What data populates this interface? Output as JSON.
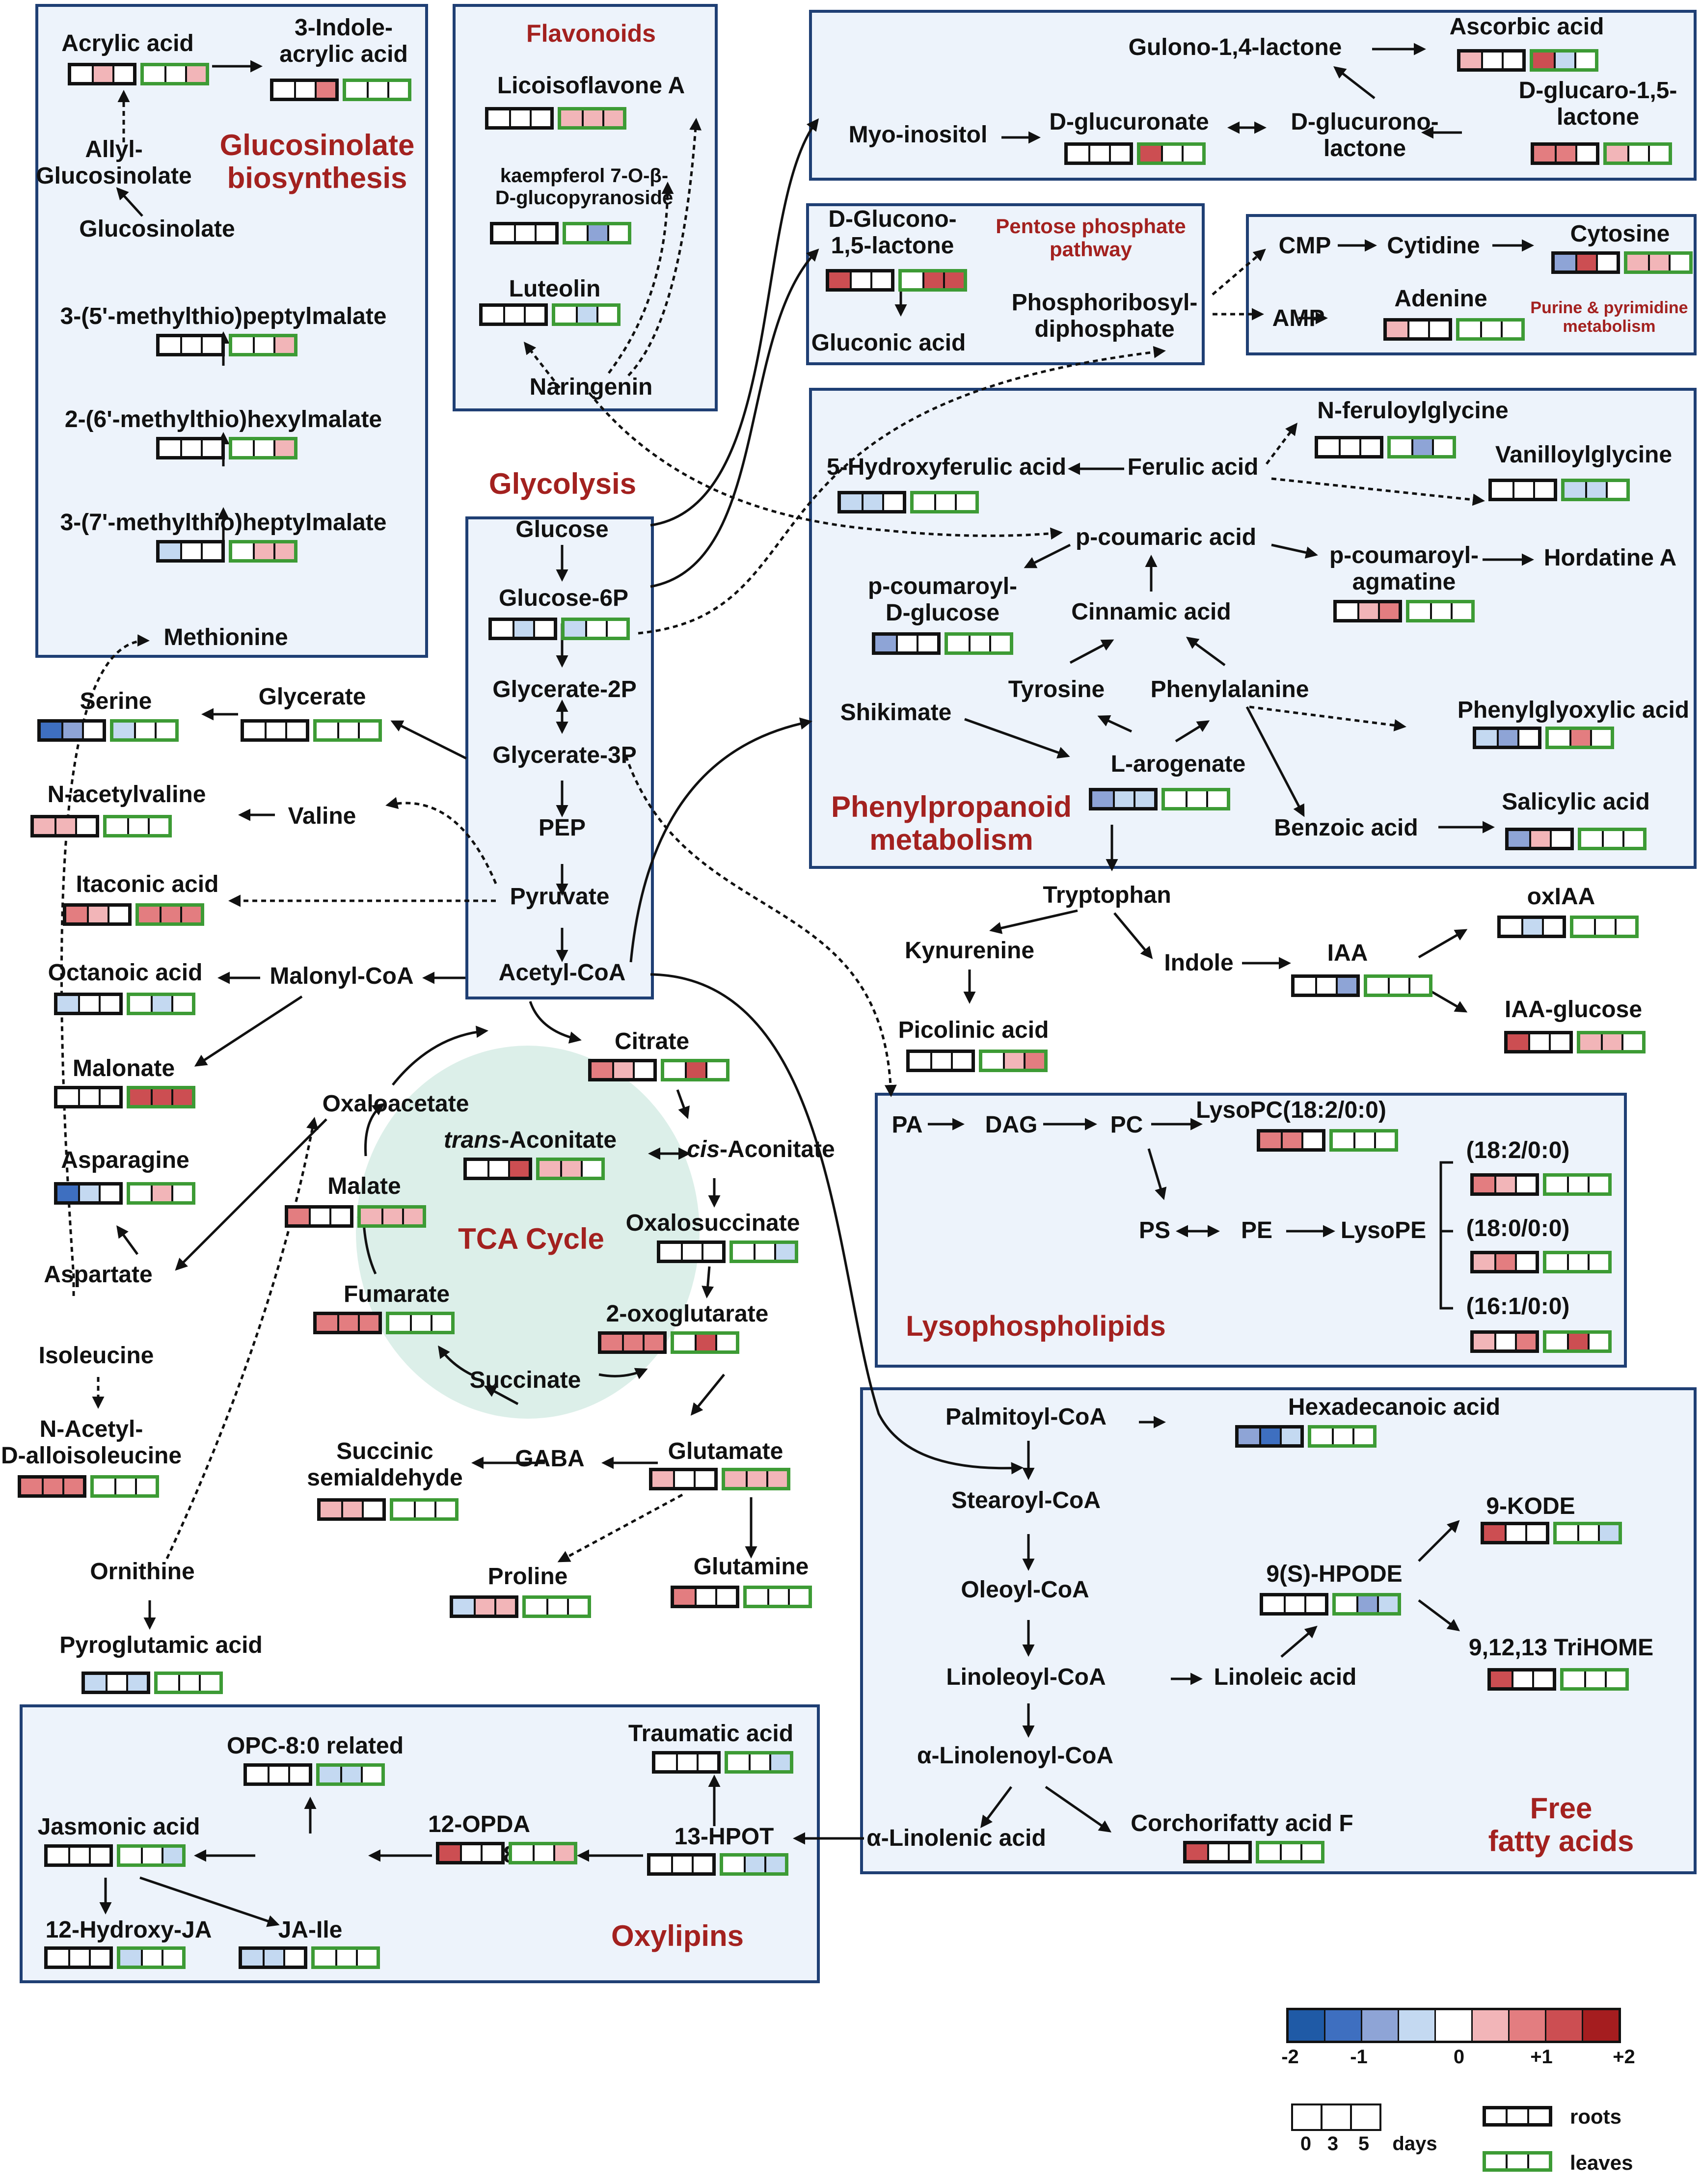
{
  "titles": {
    "glucosinolate": "Glucosinolate\nbiosynthesis",
    "flavonoids": "Flavonoids",
    "glycolysis": "Glycolysis",
    "pentose": "Pentose phosphate\npathway",
    "purine": "Purine & pyrimidine\nmetabolism",
    "phenylpropanoid": "Phenylpropanoid\nmetabolism",
    "tca": "TCA Cycle",
    "lysophospholipids": "Lysophospholipids",
    "fatty": "Free\nfatty acids",
    "oxylipins": "Oxylipins"
  },
  "labels": {
    "acrylic": "Acrylic acid",
    "indoleacrylic": "3-Indole-\nacrylic acid",
    "allyl": "Allyl-\nGlucosinolate",
    "glucosinolate": "Glucosinolate",
    "peptylmalate": "3-(5'-methylthio)peptylmalate",
    "hexylmalate": "2-(6'-methylthio)hexylmalate",
    "heptylmalate": "3-(7'-methylthio)heptylmalate",
    "methionine": "Methionine",
    "licoisoflavone": "Licoisoflavone A",
    "kaempferol": "kaempferol 7-O-β-\nD-glucopyranoside",
    "luteolin": "Luteolin",
    "naringenin": "Naringenin",
    "gulono": "Gulono-1,4-lactone",
    "ascorbic": "Ascorbic acid",
    "glucaro": "D-glucaro-1,5-\nlactone",
    "myoinositol": "Myo-inositol",
    "glucuronate": "D-glucuronate",
    "glucuronolactone": "D-glucurono-\nlactone",
    "gluconolactone": "D-Glucono-\n1,5-lactone",
    "gluconic": "Gluconic acid",
    "prpp": "Phosphoribosyl-\ndiphosphate",
    "cmp": "CMP",
    "cytidine": "Cytidine",
    "cytosine": "Cytosine",
    "amp": "AMP",
    "adenine": "Adenine",
    "glucose": "Glucose",
    "glucose6p": "Glucose-6P",
    "glycerate2p": "Glycerate-2P",
    "glycerate3p": "Glycerate-3P",
    "pep": "PEP",
    "pyruvate": "Pyruvate",
    "acetylcoa": "Acetyl-CoA",
    "serine": "Serine",
    "glycerate": "Glycerate",
    "nacetylvaline": "N-acetylvaline",
    "valine": "Valine",
    "itaconic": "Itaconic acid",
    "octanoic": "Octanoic acid",
    "malonylcoa": "Malonyl-CoA",
    "malonate": "Malonate",
    "oxaloacetate": "Oxaloacetate",
    "asparagine": "Asparagine",
    "aspartate": "Aspartate",
    "isoleucine": "Isoleucine",
    "nacetylallo": "N-Acetyl-\nD-alloisoleucine",
    "ornithine": "Ornithine",
    "pyroglutamic": "Pyroglutamic acid",
    "citrate": "Citrate",
    "transaconitate": "trans-Aconitate",
    "cisaconitate": "cis-Aconitate",
    "malate": "Malate",
    "oxalosuccinate": "Oxalosuccinate",
    "fumarate": "Fumarate",
    "oxoglutarate": "2-oxoglutarate",
    "succinate": "Succinate",
    "succsemi": "Succinic\nsemialdehyde",
    "gaba": "GABA",
    "glutamate": "Glutamate",
    "proline": "Proline",
    "glutamine": "Glutamine",
    "nferuloylglycine": "N-feruloylglycine",
    "hydroxyferulic": "5-Hydroxyferulic acid",
    "ferulic": "Ferulic acid",
    "vanilloylglycine": "Vanilloylglycine",
    "pcoumaric": "p-coumaric acid",
    "pcoumaroylglucose": "p-coumaroyl-\nD-glucose",
    "pcoumaroylagmatine": "p-coumaroyl-\nagmatine",
    "hordatine": "Hordatine A",
    "cinnamic": "Cinnamic acid",
    "tyrosine": "Tyrosine",
    "phenylalanine": "Phenylalanine",
    "shikimate": "Shikimate",
    "larogenate": "L-arogenate",
    "phenylglyoxylic": "Phenylglyoxylic acid",
    "benzoic": "Benzoic acid",
    "salicylic": "Salicylic acid",
    "tryptophan": "Tryptophan",
    "kynurenine": "Kynurenine",
    "picolinic": "Picolinic acid",
    "indole": "Indole",
    "iaa": "IAA",
    "oxiaa": "oxIAA",
    "iaaglucose": "IAA-glucose",
    "pa": "PA",
    "dag": "DAG",
    "pc": "PC",
    "lysopc": "LysoPC(18:2/0:0)",
    "ps": "PS",
    "pe": "PE",
    "lysope": "LysoPE",
    "lpe182": "(18:2/0:0)",
    "lpe180": "(18:0/0:0)",
    "lpe161": "(16:1/0:0)",
    "palmitoylcoa": "Palmitoyl-CoA",
    "hexadecanoic": "Hexadecanoic acid",
    "stearoylcoa": "Stearoyl-CoA",
    "oleoylcoa": "Oleoyl-CoA",
    "linoleoylcoa": "Linoleoyl-CoA",
    "linoleic": "Linoleic acid",
    "hpode": "9(S)-HPODE",
    "kode": "9-KODE",
    "trihome": "9,12,13 TriHOME",
    "alinolenoylcoa": "α-Linolenoyl-CoA",
    "alinolenic": "α-Linolenic acid",
    "corchorifatty": "Corchorifatty acid F",
    "opc80related": "OPC-8:0 related",
    "traumatic": "Traumatic acid",
    "jasmonic": "Jasmonic acid",
    "opc80": "OPC-8:0",
    "opda": "12-OPDA",
    "hpot": "13-HPOT",
    "hydroxyja": "12-Hydroxy-JA",
    "jaile": "JA-Ile"
  },
  "legend": {
    "scale_colors": [
      "#1f5aa6",
      "#3e6fc0",
      "#8ea4d6",
      "#c4d9f1",
      "#ffffff",
      "#f2b5b8",
      "#e37d80",
      "#cc4e52",
      "#a51d1f"
    ],
    "tick_labels": [
      "-2",
      "-1",
      "0",
      "+1",
      "+2"
    ],
    "days_ticks": [
      "0",
      "3",
      "5"
    ],
    "days_label": "days",
    "roots_label": "roots",
    "leaves_label": "leaves",
    "roots_color": "#111111",
    "leaves_color": "#3d9b35"
  },
  "heatmaps": {
    "acrylic": [
      [
        0,
        1,
        0
      ],
      [
        0,
        0,
        1
      ]
    ],
    "indoleacrylic": [
      [
        0,
        0,
        2
      ],
      [
        0,
        0,
        0
      ]
    ],
    "peptylmalate": [
      [
        0,
        0,
        0
      ],
      [
        0,
        0,
        1
      ]
    ],
    "hexylmalate": [
      [
        0,
        0,
        0
      ],
      [
        0,
        0,
        1
      ]
    ],
    "heptylmalate": [
      [
        -1,
        0,
        0
      ],
      [
        0,
        1,
        1
      ]
    ],
    "licoisoflavone": [
      [
        0,
        0,
        0
      ],
      [
        1,
        1,
        1
      ]
    ],
    "kaempferol": [
      [
        0,
        0,
        0
      ],
      [
        0,
        -2,
        0
      ]
    ],
    "luteolin": [
      [
        0,
        0,
        0
      ],
      [
        0,
        -1,
        0
      ]
    ],
    "ascorbic": [
      [
        1,
        0,
        0
      ],
      [
        3,
        -1,
        0
      ]
    ],
    "glucuronate": [
      [
        0,
        0,
        0
      ],
      [
        3,
        0,
        0
      ]
    ],
    "glucaro": [
      [
        2,
        2,
        0
      ],
      [
        1,
        0,
        0
      ]
    ],
    "gluconolactone": [
      [
        3,
        0,
        0
      ],
      [
        0,
        3,
        3
      ]
    ],
    "cytosine": [
      [
        -2,
        3,
        0
      ],
      [
        1,
        1,
        0
      ]
    ],
    "adenine": [
      [
        1,
        0,
        0
      ],
      [
        0,
        0,
        0
      ]
    ],
    "glucose6p": [
      [
        0,
        -1,
        0
      ],
      [
        -1,
        0,
        0
      ]
    ],
    "serine": [
      [
        -3,
        -2,
        0
      ],
      [
        -1,
        0,
        0
      ]
    ],
    "glycerate": [
      [
        0,
        0,
        0
      ],
      [
        0,
        0,
        0
      ]
    ],
    "nacetylvaline": [
      [
        1,
        1,
        0
      ],
      [
        0,
        0,
        0
      ]
    ],
    "itaconic": [
      [
        2,
        1,
        0
      ],
      [
        2,
        2,
        2
      ]
    ],
    "octanoic": [
      [
        -1,
        0,
        0
      ],
      [
        0,
        -1,
        0
      ]
    ],
    "malonate": [
      [
        0,
        0,
        0
      ],
      [
        3,
        3,
        3
      ]
    ],
    "asparagine": [
      [
        -3,
        -1,
        0
      ],
      [
        0,
        1,
        0
      ]
    ],
    "nacetylallo": [
      [
        2,
        2,
        2
      ],
      [
        0,
        0,
        0
      ]
    ],
    "pyroglutamic": [
      [
        -1,
        0,
        -1
      ],
      [
        0,
        0,
        0
      ]
    ],
    "citrate": [
      [
        2,
        1,
        0
      ],
      [
        0,
        3,
        0
      ]
    ],
    "transaconitate": [
      [
        0,
        0,
        3
      ],
      [
        1,
        1,
        0
      ]
    ],
    "malate": [
      [
        2,
        0,
        0
      ],
      [
        1,
        1,
        1
      ]
    ],
    "oxalosuccinate": [
      [
        0,
        0,
        0
      ],
      [
        0,
        0,
        -1
      ]
    ],
    "fumarate": [
      [
        2,
        2,
        2
      ],
      [
        0,
        0,
        0
      ]
    ],
    "oxoglutarate": [
      [
        2,
        2,
        2
      ],
      [
        0,
        3,
        0
      ]
    ],
    "succsemi": [
      [
        1,
        1,
        0
      ],
      [
        0,
        0,
        0
      ]
    ],
    "glutamate": [
      [
        1,
        0,
        0
      ],
      [
        1,
        1,
        1
      ]
    ],
    "proline": [
      [
        -1,
        1,
        1
      ],
      [
        0,
        0,
        0
      ]
    ],
    "glutamine": [
      [
        2,
        0,
        0
      ],
      [
        0,
        0,
        0
      ]
    ],
    "nferuloylglycine": [
      [
        0,
        0,
        0
      ],
      [
        0,
        -2,
        0
      ]
    ],
    "hydroxyferulic": [
      [
        -1,
        -1,
        0
      ],
      [
        0,
        0,
        0
      ]
    ],
    "vanilloylglycine": [
      [
        0,
        0,
        0
      ],
      [
        -1,
        -1,
        0
      ]
    ],
    "pcoumaroylglucose": [
      [
        -2,
        0,
        0
      ],
      [
        0,
        0,
        0
      ]
    ],
    "pcoumaroylagmatine": [
      [
        0,
        1,
        2
      ],
      [
        0,
        0,
        0
      ]
    ],
    "larogenate": [
      [
        -2,
        -1,
        -1
      ],
      [
        0,
        0,
        0
      ]
    ],
    "phenylglyoxylic": [
      [
        -1,
        -2,
        0
      ],
      [
        0,
        2,
        0
      ]
    ],
    "salicylic": [
      [
        -2,
        1,
        0
      ],
      [
        0,
        0,
        0
      ]
    ],
    "picolinic": [
      [
        0,
        0,
        0
      ],
      [
        0,
        1,
        2
      ]
    ],
    "oxiaa": [
      [
        0,
        -1,
        0
      ],
      [
        0,
        0,
        0
      ]
    ],
    "iaa": [
      [
        0,
        0,
        -2
      ],
      [
        0,
        0,
        0
      ]
    ],
    "iaaglucose": [
      [
        3,
        0,
        0
      ],
      [
        1,
        1,
        0
      ]
    ],
    "lysopc": [
      [
        2,
        2,
        0
      ],
      [
        0,
        0,
        0
      ]
    ],
    "lpe182": [
      [
        2,
        1,
        0
      ],
      [
        0,
        0,
        0
      ]
    ],
    "lpe180": [
      [
        1,
        2,
        0
      ],
      [
        0,
        0,
        0
      ]
    ],
    "lpe161": [
      [
        1,
        0,
        2
      ],
      [
        0,
        3,
        0
      ]
    ],
    "hexadecanoic": [
      [
        -2,
        -3,
        -1
      ],
      [
        0,
        0,
        0
      ]
    ],
    "kode": [
      [
        3,
        0,
        0
      ],
      [
        0,
        0,
        -1
      ]
    ],
    "hpode": [
      [
        0,
        0,
        0
      ],
      [
        0,
        -2,
        -1
      ]
    ],
    "trihome": [
      [
        3,
        0,
        0
      ],
      [
        0,
        0,
        0
      ]
    ],
    "corchorifatty": [
      [
        3,
        0,
        0
      ],
      [
        0,
        0,
        0
      ]
    ],
    "opc80related": [
      [
        0,
        0,
        0
      ],
      [
        -1,
        -1,
        0
      ]
    ],
    "traumatic": [
      [
        0,
        0,
        0
      ],
      [
        0,
        0,
        -1
      ]
    ],
    "jasmonic": [
      [
        0,
        0,
        0
      ],
      [
        0,
        0,
        -1
      ]
    ],
    "opda": [
      [
        3,
        0,
        0
      ],
      [
        0,
        0,
        1
      ]
    ],
    "hpot": [
      [
        0,
        0,
        0
      ],
      [
        0,
        -1,
        -1
      ]
    ],
    "hydroxyja": [
      [
        0,
        0,
        0
      ],
      [
        -1,
        0,
        0
      ]
    ],
    "jaile": [
      [
        -1,
        -1,
        0
      ],
      [
        0,
        0,
        0
      ]
    ]
  }
}
